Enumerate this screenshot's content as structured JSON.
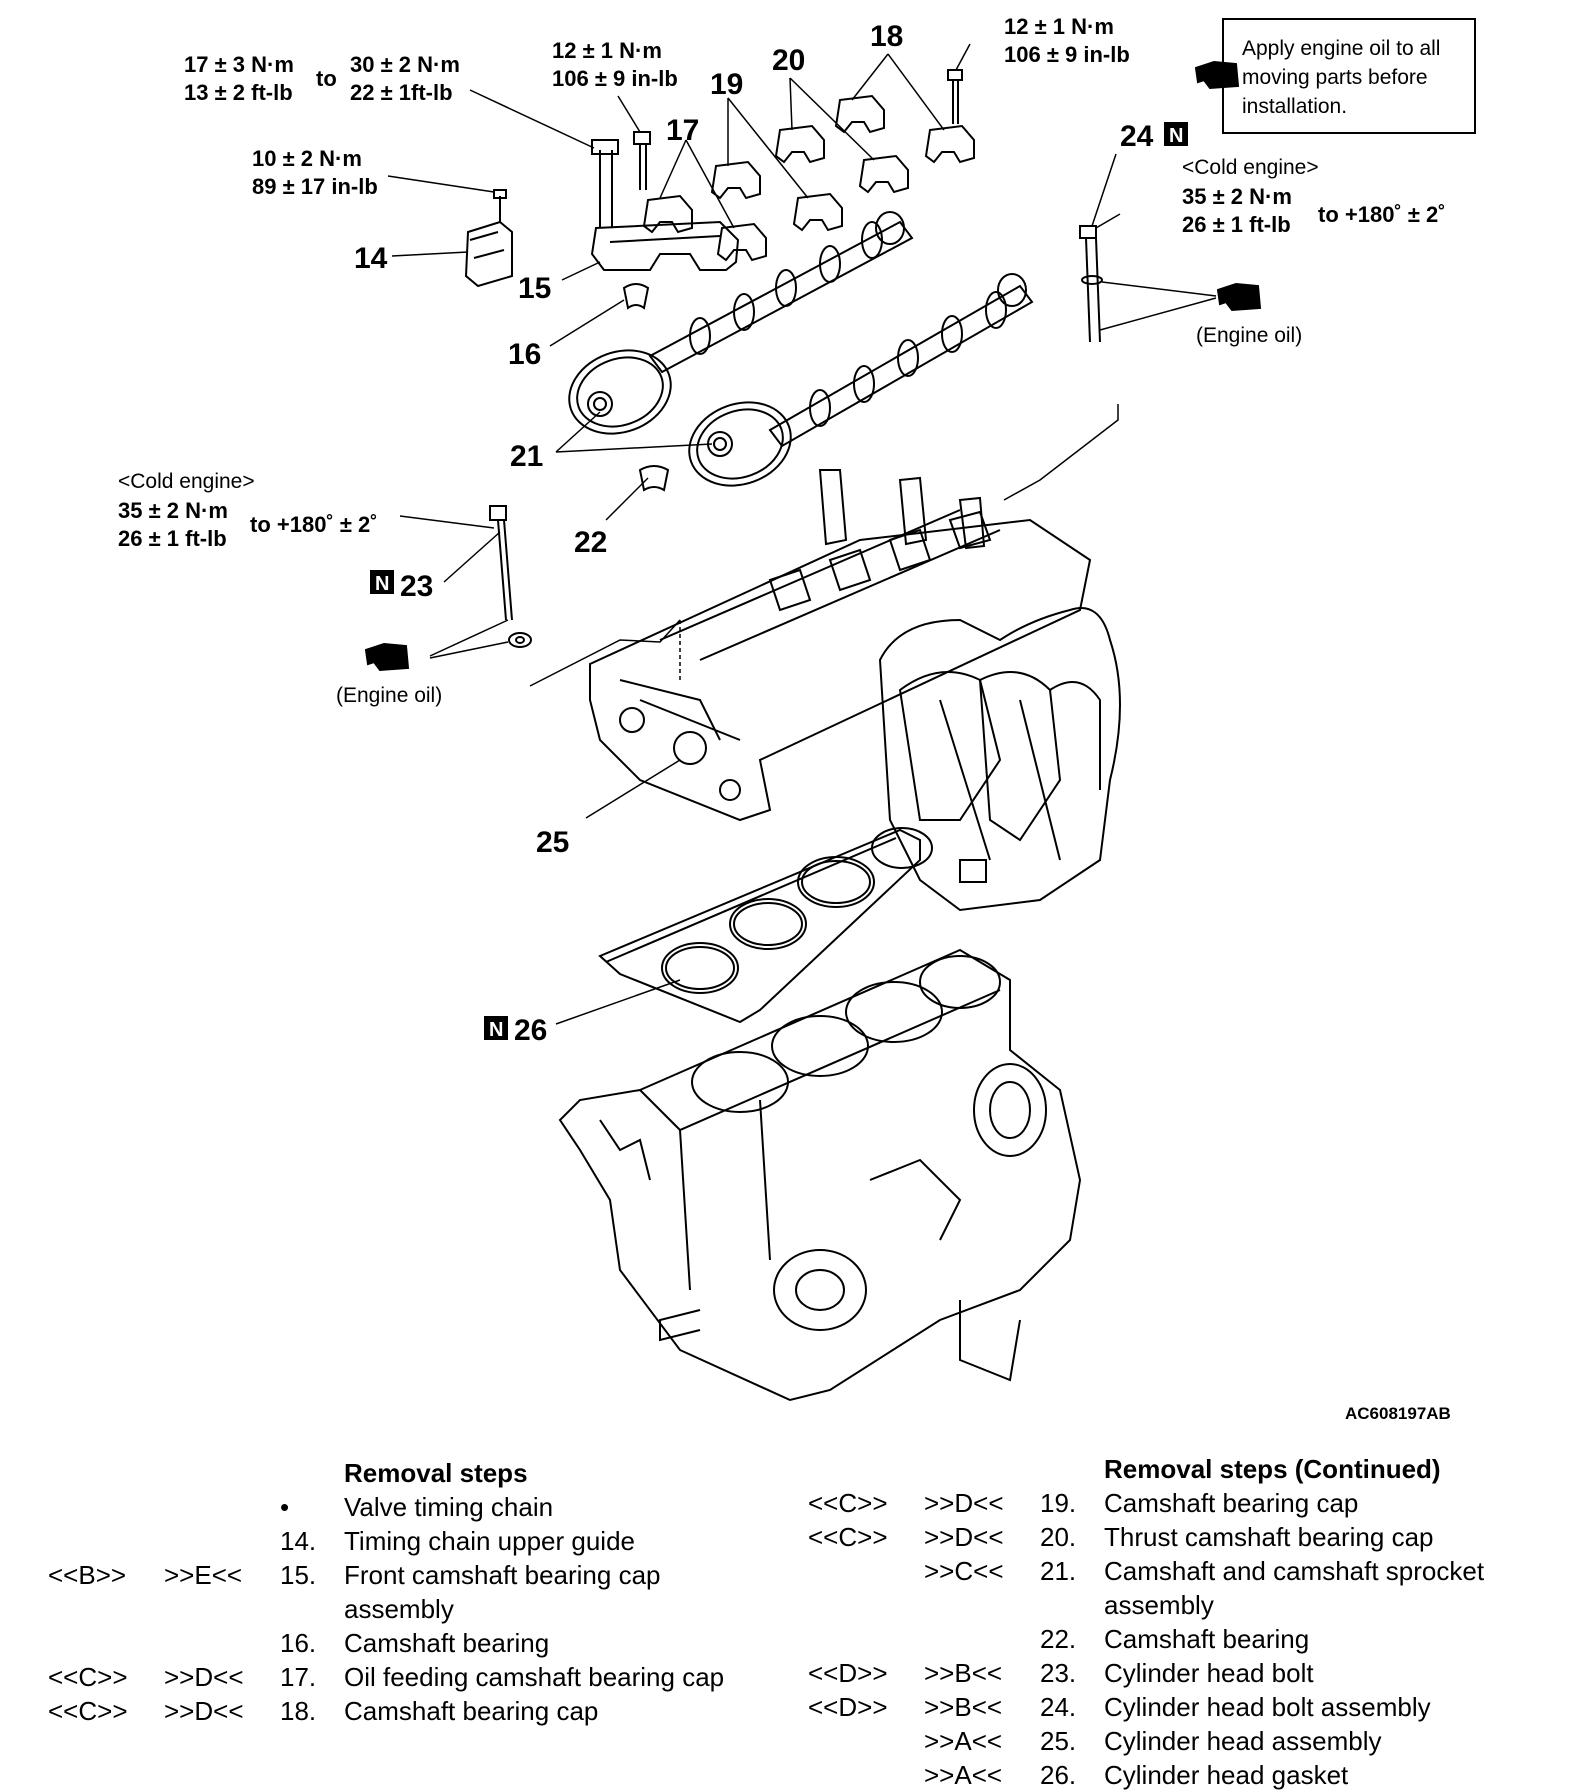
{
  "figure_id": "AC608197AB",
  "oil_note": "Apply engine oil to all moving parts before installation.",
  "labels": {
    "p14": "14",
    "p15": "15",
    "p16": "16",
    "p17": "17",
    "p18": "18",
    "p19": "19",
    "p20": "20",
    "p21": "21",
    "p22": "22",
    "p23": "23",
    "p24": "24",
    "p25": "25",
    "p26": "26",
    "n": "N"
  },
  "torque": {
    "t15a1": "17 ± 3 N·m",
    "t15a2": "13 ± 2 ft-lb",
    "to": "to",
    "t15b1": "30 ± 2 N·m",
    "t15b2": "22 ± 1ft-lb",
    "t17a": "12 ± 1 N·m",
    "t17b": "106 ± 9 in-lb",
    "t18a": "12 ± 1 N·m",
    "t18b": "106 ± 9 in-lb",
    "t14a": "10 ± 2 N·m",
    "t14b": "89 ± 17 in-lb",
    "cold": "<Cold engine>",
    "cy1": "35 ± 2 N·m",
    "cy2": "26 ± 1 ft-lb",
    "cy3": "to +180˚ ± 2˚",
    "engine_oil": "(Engine oil)"
  },
  "table_left": {
    "header": "Removal steps",
    "rows": [
      {
        "m1": "",
        "m2": "",
        "num": "•",
        "text": "Valve timing chain"
      },
      {
        "m1": "",
        "m2": "",
        "num": "14.",
        "text": "Timing chain upper guide"
      },
      {
        "m1": "<<B>>",
        "m2": ">>E<<",
        "num": "15.",
        "text": "Front camshaft bearing cap"
      },
      {
        "m1": "",
        "m2": "",
        "num": "",
        "text": "assembly"
      },
      {
        "m1": "",
        "m2": "",
        "num": "16.",
        "text": "Camshaft bearing"
      },
      {
        "m1": "<<C>>",
        "m2": ">>D<<",
        "num": "17.",
        "text": "Oil feeding camshaft bearing cap"
      },
      {
        "m1": "<<C>>",
        "m2": ">>D<<",
        "num": "18.",
        "text": "Camshaft bearing cap"
      }
    ]
  },
  "table_right": {
    "header": "Removal steps (Continued)",
    "rows": [
      {
        "m1": "<<C>>",
        "m2": ">>D<<",
        "num": "19.",
        "text": "Camshaft bearing cap"
      },
      {
        "m1": "<<C>>",
        "m2": ">>D<<",
        "num": "20.",
        "text": "Thrust camshaft bearing cap"
      },
      {
        "m1": "",
        "m2": ">>C<<",
        "num": "21.",
        "text": "Camshaft and camshaft sprocket"
      },
      {
        "m1": "",
        "m2": "",
        "num": "",
        "text": "assembly"
      },
      {
        "m1": "",
        "m2": "",
        "num": "22.",
        "text": "Camshaft bearing"
      },
      {
        "m1": "<<D>>",
        "m2": ">>B<<",
        "num": "23.",
        "text": "Cylinder head bolt"
      },
      {
        "m1": "<<D>>",
        "m2": ">>B<<",
        "num": "24.",
        "text": "Cylinder head bolt assembly"
      },
      {
        "m1": "",
        "m2": ">>A<<",
        "num": "25.",
        "text": "Cylinder head assembly"
      },
      {
        "m1": "",
        "m2": ">>A<<",
        "num": "26.",
        "text": "Cylinder head gasket"
      }
    ]
  }
}
